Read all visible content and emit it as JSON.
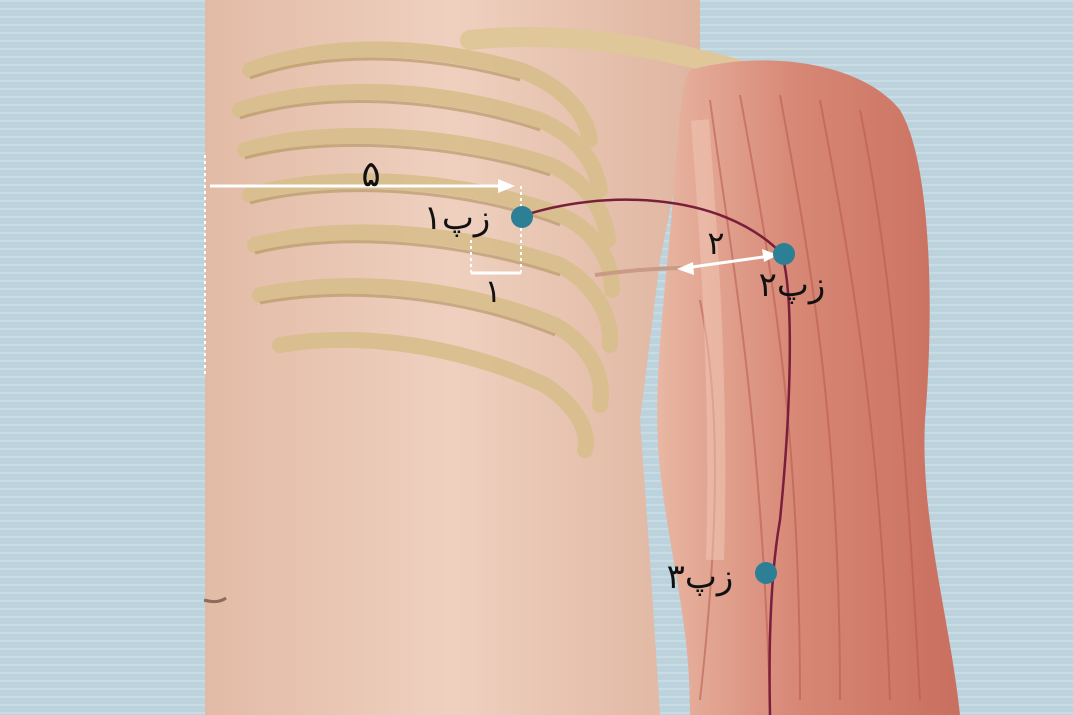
{
  "colors": {
    "background": "#bcd2dc",
    "skin": "#e9c6b2",
    "bone": "#e6cfa2",
    "muscle": "#d98e7c",
    "meridian": "#7a1f3b",
    "point": "#2d7f95",
    "guide": "#ffffff"
  },
  "points": [
    {
      "id": "p1",
      "label": "زپ۱"
    },
    {
      "id": "p2",
      "label": "زپ۲"
    },
    {
      "id": "p3",
      "label": "زپ۳"
    }
  ],
  "measurements": [
    {
      "id": "m5",
      "label": "۵"
    },
    {
      "id": "m1",
      "label": "۱"
    },
    {
      "id": "m2",
      "label": "۲"
    }
  ]
}
